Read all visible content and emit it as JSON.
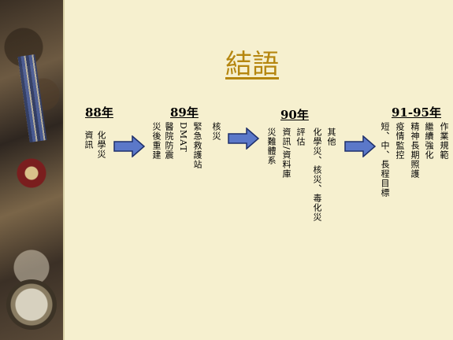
{
  "slide": {
    "title": "結語",
    "accent_color": "#b5860f",
    "background_color": "#f6f0cf",
    "arrow_color": "#5b78c9"
  },
  "timeline": {
    "y88": {
      "year": "88年",
      "col1": "資訊",
      "col2": "化學災"
    },
    "y89": {
      "year": "89年",
      "col1": "災後重建",
      "col2": "醫院防震",
      "col3": "DMAT",
      "col4": "緊急救護站",
      "col5": "核災"
    },
    "y90": {
      "year": "90年",
      "col1": "災難體系",
      "col2": "資訊/資料庫",
      "col3": "評估",
      "col4": "化學災、核災、毒化災",
      "col5": "其他"
    },
    "y91": {
      "year": "91-95年",
      "col1": "短、中、長程目標",
      "col2": "疫情監控",
      "col3": "精神長期照護",
      "col4": "繼續強化",
      "col5": "作業規範"
    }
  }
}
